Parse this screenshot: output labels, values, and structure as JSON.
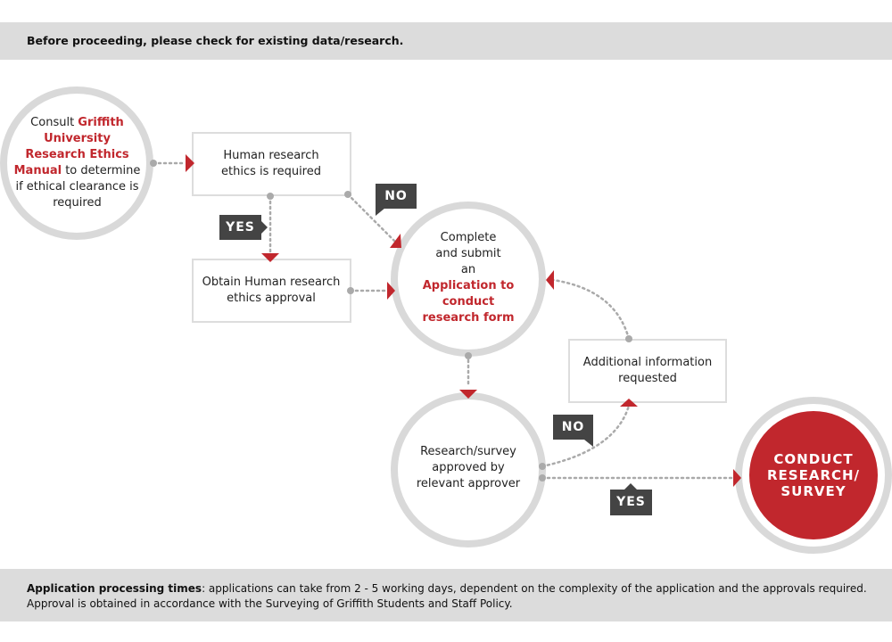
{
  "header": {
    "notice": "Before proceeding, please check for existing data/research."
  },
  "nodes": {
    "consult": {
      "pre": "Consult ",
      "link": "Griffith University Research Ethics Manual",
      "post": " to determine if ethical clearance is required"
    },
    "ethics_required": "Human research ethics is required",
    "obtain_approval": "Obtain Human research ethics approval",
    "application": {
      "pre": "Complete and submit an",
      "link": "Application to conduct research form"
    },
    "approved": "Research/survey approved by relevant approver",
    "additional_info": "Additional information requested",
    "conduct": "CONDUCT RESEARCH/ SURVEY"
  },
  "labels": {
    "yes1": "YES",
    "no1": "NO",
    "no2": "NO",
    "yes2": "YES"
  },
  "footer": {
    "bold": "Application processing times",
    "line1": ": applications can take from 2 - 5 working days, dependent on the complexity of the application and the approvals required.",
    "line2": "Approval is obtained in accordance with the Surveying of Griffith Students and Staff Policy."
  },
  "colors": {
    "accent": "#c1272d",
    "ring": "#d9d9d9",
    "tag": "#444444",
    "banner": "#dcdcdc"
  }
}
